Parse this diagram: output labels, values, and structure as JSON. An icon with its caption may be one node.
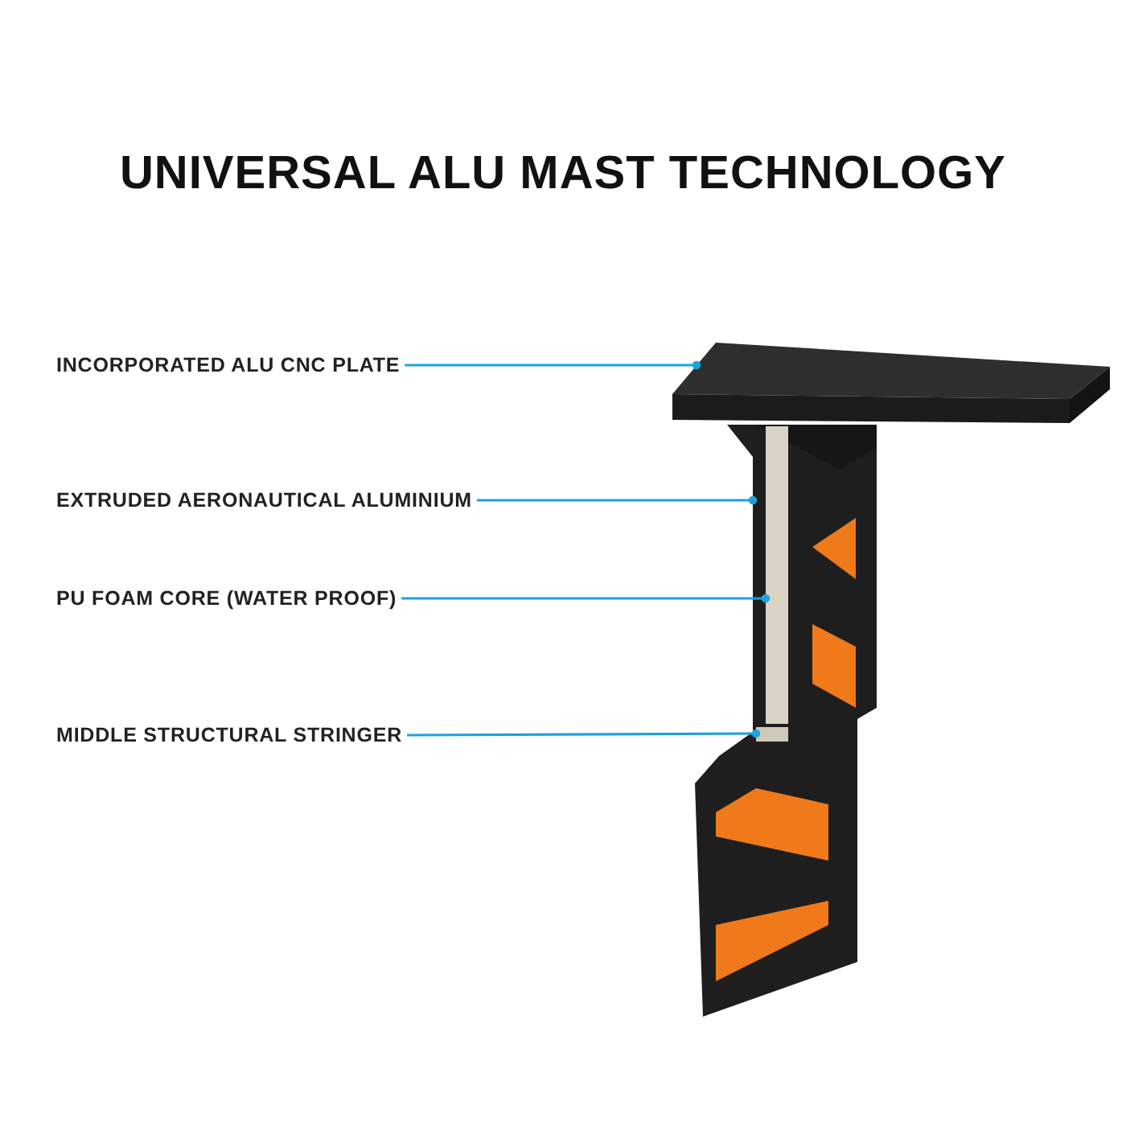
{
  "diagram": {
    "title": "UNIVERSAL ALU MAST TECHNOLOGY",
    "nodes": [
      {
        "text": [
          "INCORPORATED ALU CNC PLATE"
        ]
      },
      {
        "text": [
          "EXTRUDED AERONAUTICAL ALUMINIUM"
        ]
      },
      {
        "text": [
          "PU FOAM CORE (WATER PROOF)"
        ]
      },
      {
        "text": [
          "MIDDLE STRUCTURAL STRINGER"
        ]
      },
      {
        "text": [],
        "shape": "picture"
      },
      {
        "text": [],
        "shape": "picture"
      },
      {
        "text": [],
        "shape": "bar",
        "in": 5
      },
      {
        "text": [],
        "shape": "box",
        "in": 5
      }
    ],
    "edges": [
      {
        "from": 0,
        "to": 4,
        "arrow": "other"
      },
      {
        "from": 1,
        "to": 5,
        "arrow": "other"
      },
      {
        "from": 2,
        "to": 6,
        "arrow": "other"
      },
      {
        "from": 3,
        "to": 7,
        "arrow": "other"
      }
    ]
  }
}
